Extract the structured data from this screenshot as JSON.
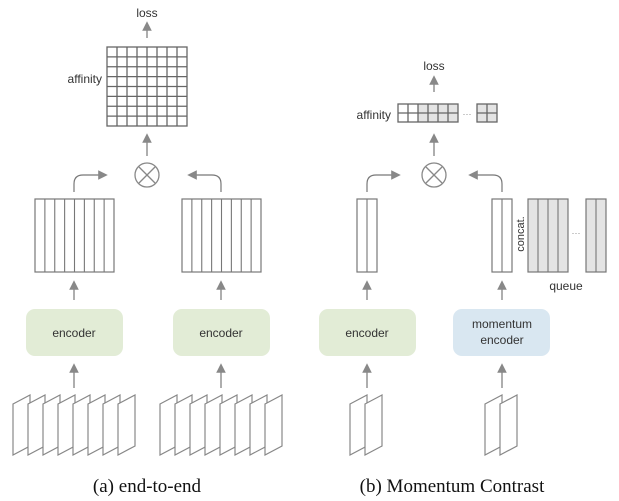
{
  "panels": [
    {
      "id": "a",
      "caption": "(a) end-to-end",
      "loss_label": "loss",
      "affinity_label": "affinity",
      "affinity_matrix": {
        "rows": 8,
        "cols": 8
      },
      "query_encoder_label": "encoder",
      "key_encoder_label": "encoder",
      "query_features_columns": 8,
      "key_features_columns": 8,
      "query_inputs_count": 8,
      "key_inputs_count": 8,
      "operator": "⊗"
    },
    {
      "id": "b",
      "caption": "(b) Momentum Contrast",
      "loss_label": "loss",
      "affinity_label": "affinity",
      "affinity_ellipsis": "···",
      "query_encoder_label": "encoder",
      "key_encoder_label_line1": "momentum",
      "key_encoder_label_line2": "encoder",
      "concat_label": "concat.",
      "queue_label": "queue",
      "queue_ellipsis": "···",
      "query_inputs_count": 2,
      "key_inputs_count": 2,
      "operator": "⊗"
    }
  ],
  "colors": {
    "encoder_fill": "#e2ecd6",
    "momentum_encoder_fill": "#d9e7f1",
    "queue_fill": "#e4e4e4",
    "line": "#777777",
    "arrow": "#888888"
  }
}
